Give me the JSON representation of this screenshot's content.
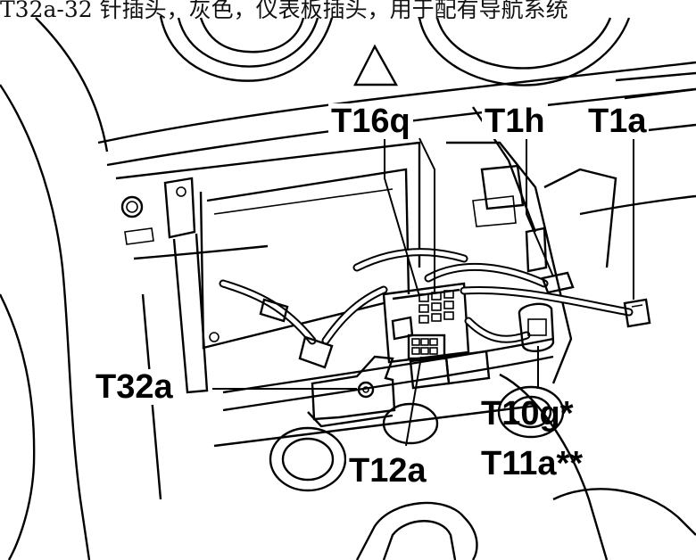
{
  "caption": "T32a-32 针插头，灰色，仪表板插头，用于配有导航系统",
  "labels": {
    "t16q": "T16q",
    "t1h": "T1h",
    "t1a": "T1a",
    "t32a": "T32a",
    "t12a": "T12a",
    "t10g": "T10g*",
    "t11a": "T11a**"
  }
}
